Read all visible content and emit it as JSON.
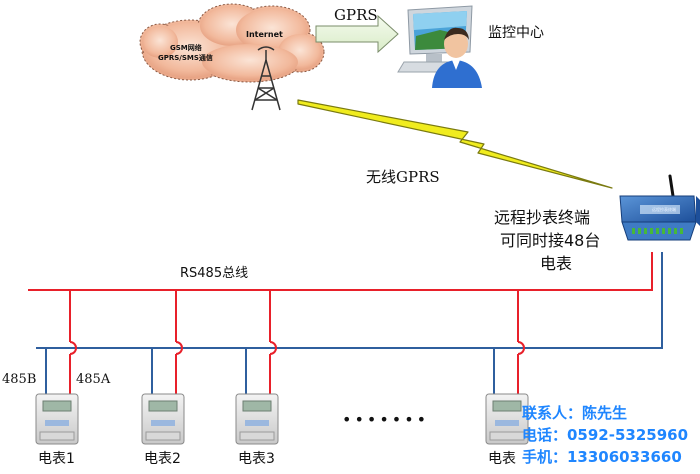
{
  "cloud": {
    "gsm_line1": "GSM网络",
    "gsm_line2": "GPRS/SMS通信",
    "internet": "Internet"
  },
  "link_gprs": "GPRS",
  "monitor_center": "监控中心",
  "wireless_gprs": "无线GPRS",
  "terminal": {
    "line1": "远程抄表终端",
    "line2": "可同时接48台",
    "line3": "电表",
    "device_caption": "远程抄表终端"
  },
  "bus": {
    "rs485": "RS485总线",
    "label_b": "485B",
    "label_a": "485A",
    "ellipsis": "•••••••"
  },
  "meters": [
    "电表1",
    "电表2",
    "电表3",
    "电表"
  ],
  "contact": {
    "name": "联系人：陈先生",
    "phone": "电话：0592-5325960",
    "mobile": "手机：13306033660"
  },
  "colors": {
    "bus_a": "#e8202a",
    "bus_b": "#2f5f9e",
    "lightning": "#f0ec1e",
    "contact": "#1f86ff",
    "arrow": "#e8f3dc"
  }
}
